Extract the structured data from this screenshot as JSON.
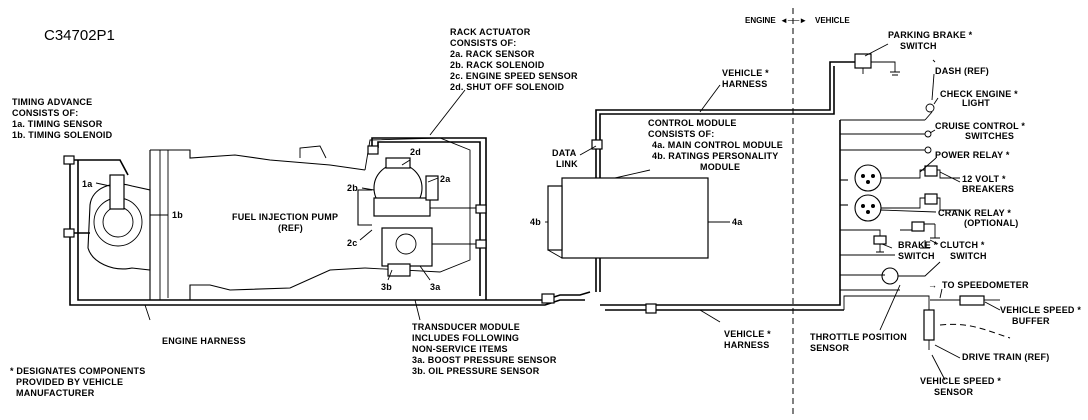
{
  "diagram_id": "C34702P1",
  "timing_advance": {
    "title": "TIMING ADVANCE",
    "consists": "CONSISTS OF:",
    "items": [
      "1a. TIMING SENSOR",
      "1b. TIMING SOLENOID"
    ]
  },
  "rack_actuator": {
    "title": "RACK ACTUATOR",
    "consists": "CONSISTS OF:",
    "items": [
      "2a. RACK SENSOR",
      "2b. RACK SOLENOID",
      "2c. ENGINE SPEED SENSOR",
      "2d. SHUT OFF SOLENOID"
    ]
  },
  "control_module": {
    "title": "CONTROL MODULE",
    "consists": "CONSISTS OF:",
    "items": [
      "4a. MAIN CONTROL MODULE",
      "4b. RATINGS PERSONALITY",
      "MODULE"
    ]
  },
  "transducer_module": {
    "lines": [
      "TRANSDUCER MODULE",
      "INCLUDES FOLLOWING",
      "NON-SERVICE ITEMS",
      "3a. BOOST PRESSURE SENSOR",
      "3b. OIL PRESSURE SENSOR"
    ]
  },
  "callouts": {
    "1a": "1a",
    "1b": "1b",
    "2a": "2a",
    "2b": "2b",
    "2c": "2c",
    "2d": "2d",
    "3a": "3a",
    "3b": "3b",
    "4a": "4a",
    "4b": "4b"
  },
  "fuel_pump": [
    "FUEL INJECTION PUMP",
    "(REF)"
  ],
  "data_link": [
    "DATA",
    "LINK"
  ],
  "engine_harness": "ENGINE HARNESS",
  "vehicle_harness_top": [
    "VEHICLE *",
    "HARNESS"
  ],
  "vehicle_harness_bottom": [
    "VEHICLE *",
    "HARNESS"
  ],
  "boundary": {
    "engine": "ENGINE",
    "vehicle": "VEHICLE"
  },
  "vehicle_components": {
    "parking_brake": [
      "PARKING BRAKE *",
      "SWITCH"
    ],
    "dash": "DASH (REF)",
    "check_engine": [
      "CHECK ENGINE *",
      "LIGHT"
    ],
    "cruise_control": [
      "CRUISE CONTROL *",
      "SWITCHES"
    ],
    "power_relay": "POWER RELAY *",
    "breakers": [
      "12 VOLT *",
      "BREAKERS"
    ],
    "crank_relay": [
      "CRANK RELAY *",
      "(OPTIONAL)"
    ],
    "brake_switch": [
      "BRAKE *",
      "SWITCH"
    ],
    "clutch_switch": [
      "CLUTCH *",
      "SWITCH"
    ],
    "to_speedometer": "TO SPEEDOMETER",
    "speed_buffer": [
      "VEHICLE SPEED *",
      "BUFFER"
    ],
    "throttle_sensor": [
      "THROTTLE POSITION",
      "SENSOR"
    ],
    "drive_train": "DRIVE TRAIN (REF)",
    "speed_sensor": [
      "VEHICLE SPEED *",
      "SENSOR"
    ]
  },
  "footnote": [
    "* DESIGNATES COMPONENTS",
    "PROVIDED BY VEHICLE",
    "MANUFACTURER"
  ]
}
